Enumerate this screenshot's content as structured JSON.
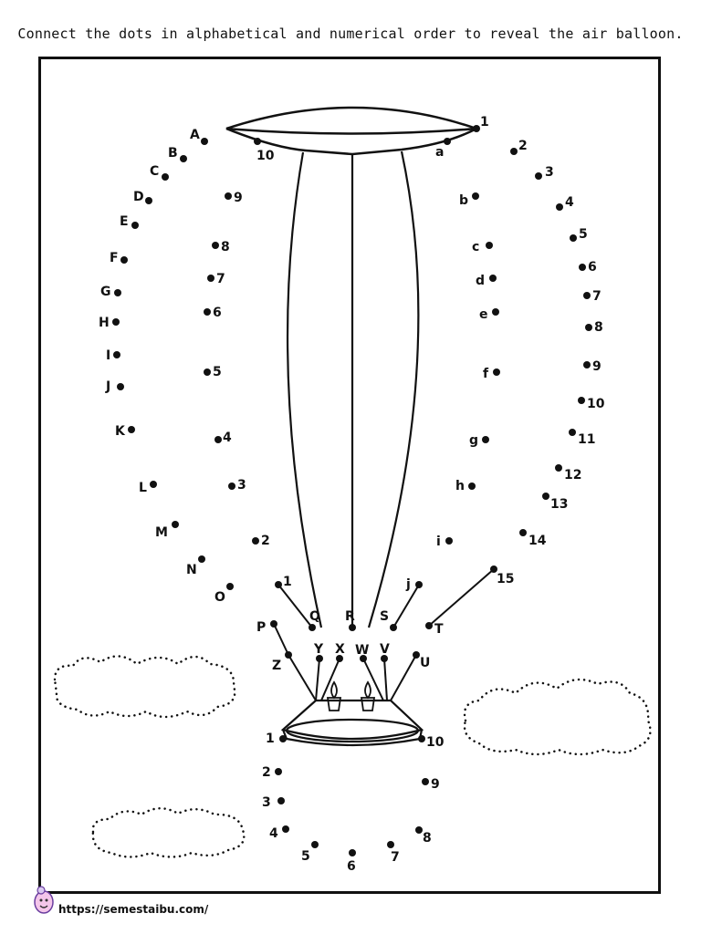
{
  "instruction": "Connect the dots in alphabetical and numerical order to reveal the air balloon.",
  "footer": {
    "url": "https://semestaibu.com/",
    "logo_icon": "smiling-mascot-icon"
  },
  "dot_groups": [
    {
      "name": "outer-uppercase-letters",
      "labels": [
        "A",
        "B",
        "C",
        "D",
        "E",
        "F",
        "G",
        "H",
        "I",
        "J",
        "K",
        "L",
        "M",
        "N",
        "O",
        "P",
        "Q",
        "R",
        "S",
        "T",
        "U",
        "V",
        "W",
        "X",
        "Y",
        "Z"
      ]
    },
    {
      "name": "outer-right-numbers",
      "labels": [
        "1",
        "2",
        "3",
        "4",
        "5",
        "6",
        "7",
        "8",
        "9",
        "10",
        "11",
        "12",
        "13",
        "14",
        "15"
      ]
    },
    {
      "name": "inner-left-numbers",
      "labels": [
        "1",
        "2",
        "3",
        "4",
        "5",
        "6",
        "7",
        "8",
        "9",
        "10"
      ]
    },
    {
      "name": "inner-right-lowercase-letters",
      "labels": [
        "a",
        "b",
        "c",
        "d",
        "e",
        "f",
        "g",
        "h",
        "i",
        "j"
      ]
    },
    {
      "name": "basket-numbers",
      "labels": [
        "1",
        "2",
        "3",
        "4",
        "5",
        "6",
        "7",
        "8",
        "9",
        "10"
      ]
    }
  ]
}
